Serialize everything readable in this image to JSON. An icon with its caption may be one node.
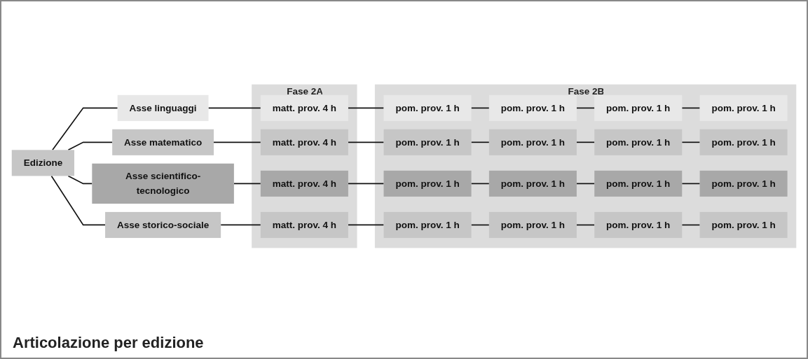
{
  "diagram": {
    "title": "Articolazione per edizione",
    "nodes": [
      {
        "text": [
          "Edizione"
        ]
      },
      {
        "text": [
          "Asse linguaggi"
        ]
      },
      {
        "text": [
          "Asse matematico"
        ]
      },
      {
        "text": [
          "Asse scientifico-tecnologico"
        ]
      },
      {
        "text": [
          "Asse storico-sociale"
        ]
      },
      {
        "text": [
          "Fase 2A"
        ]
      },
      {
        "text": [
          "matt. prov. 4 h"
        ],
        "in": 5
      },
      {
        "text": [
          "matt. prov. 4 h"
        ],
        "in": 5
      },
      {
        "text": [
          "matt. prov. 4 h"
        ],
        "in": 5
      },
      {
        "text": [
          "matt. prov. 4 h"
        ],
        "in": 5
      },
      {
        "text": [
          "Fase 2B"
        ]
      },
      {
        "text": [
          "pom. prov. 1 h"
        ],
        "in": 10
      },
      {
        "text": [
          "pom. prov. 1 h"
        ],
        "in": 10
      },
      {
        "text": [
          "pom. prov. 1 h"
        ],
        "in": 10
      },
      {
        "text": [
          "pom. prov. 1 h"
        ],
        "in": 10
      },
      {
        "text": [
          "pom. prov. 1 h"
        ],
        "in": 10
      },
      {
        "text": [
          "pom. prov. 1 h"
        ],
        "in": 10
      },
      {
        "text": [
          "pom. prov. 1 h"
        ],
        "in": 10
      },
      {
        "text": [
          "pom. prov. 1 h"
        ],
        "in": 10
      },
      {
        "text": [
          "pom. prov. 1 h"
        ],
        "in": 10
      },
      {
        "text": [
          "pom. prov. 1 h"
        ],
        "in": 10
      },
      {
        "text": [
          "pom. prov. 1 h"
        ],
        "in": 10
      },
      {
        "text": [
          "pom. prov. 1 h"
        ],
        "in": 10
      },
      {
        "text": [
          "pom. prov. 1 h"
        ],
        "in": 10
      },
      {
        "text": [
          "pom. prov. 1 h"
        ],
        "in": 10
      },
      {
        "text": [
          "pom. prov. 1 h"
        ],
        "in": 10
      },
      {
        "text": [
          "pom. prov. 1 h"
        ],
        "in": 10
      }
    ],
    "edges": [
      {
        "from": 0,
        "to": 1,
        "arrow": "none"
      },
      {
        "from": 0,
        "to": 2,
        "arrow": "none"
      },
      {
        "from": 0,
        "to": 3,
        "arrow": "none"
      },
      {
        "from": 0,
        "to": 4,
        "arrow": "none"
      },
      {
        "from": 1,
        "to": 6,
        "arrow": "none"
      },
      {
        "from": 2,
        "to": 7,
        "arrow": "none"
      },
      {
        "from": 3,
        "to": 8,
        "arrow": "none"
      },
      {
        "from": 4,
        "to": 9,
        "arrow": "none"
      },
      {
        "from": 6,
        "to": 11,
        "arrow": "none"
      },
      {
        "from": 11,
        "to": 12,
        "arrow": "none"
      },
      {
        "from": 12,
        "to": 13,
        "arrow": "none"
      },
      {
        "from": 13,
        "to": 14,
        "arrow": "none"
      },
      {
        "from": 7,
        "to": 15,
        "arrow": "none"
      },
      {
        "from": 15,
        "to": 16,
        "arrow": "none"
      },
      {
        "from": 16,
        "to": 17,
        "arrow": "none"
      },
      {
        "from": 17,
        "to": 18,
        "arrow": "none"
      },
      {
        "from": 8,
        "to": 19,
        "arrow": "none"
      },
      {
        "from": 19,
        "to": 20,
        "arrow": "none"
      },
      {
        "from": 20,
        "to": 21,
        "arrow": "none"
      },
      {
        "from": 21,
        "to": 22,
        "arrow": "none"
      },
      {
        "from": 9,
        "to": 23,
        "arrow": "none"
      },
      {
        "from": 23,
        "to": 24,
        "arrow": "none"
      },
      {
        "from": 24,
        "to": 25,
        "arrow": "none"
      },
      {
        "from": 25,
        "to": 26,
        "arrow": "none"
      }
    ]
  }
}
